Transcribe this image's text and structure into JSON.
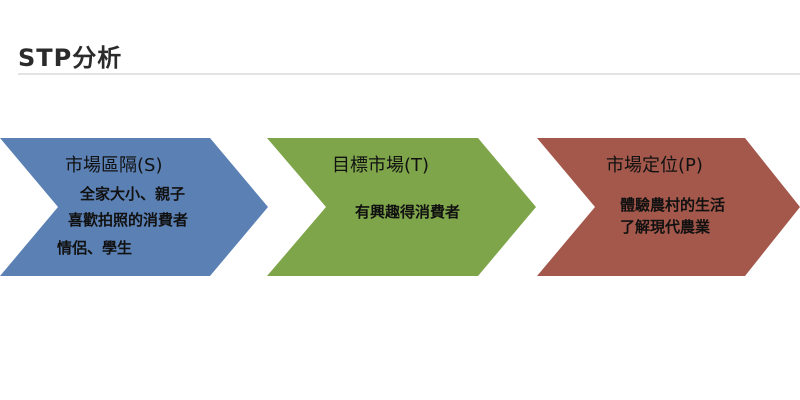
{
  "title": "STP分析",
  "steps": [
    {
      "heading": "市場區隔(S)",
      "lines": [
        "全家大小、親子",
        "喜歡拍照的消費者",
        "情侶、學生"
      ],
      "color": "#5b80b4"
    },
    {
      "heading": "目標市場(T)",
      "lines": [
        "有興趣得消費者"
      ],
      "color": "#7fa54a"
    },
    {
      "heading": "市場定位(P)",
      "lines": [
        "體驗農村的生活",
        "了解現代農業"
      ],
      "color": "#a4584b"
    }
  ]
}
